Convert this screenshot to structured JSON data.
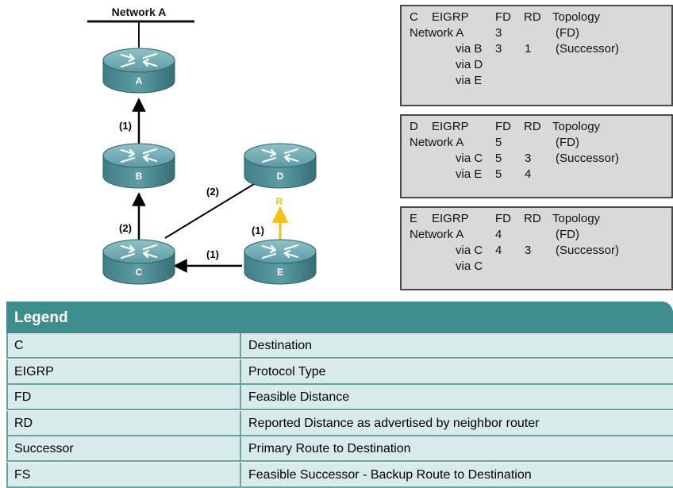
{
  "diagram": {
    "network_label": "Network A",
    "routers": [
      {
        "id": "A",
        "label": "A"
      },
      {
        "id": "B",
        "label": "B"
      },
      {
        "id": "C",
        "label": "C"
      },
      {
        "id": "D",
        "label": "D"
      },
      {
        "id": "E",
        "label": "E"
      }
    ],
    "links": [
      {
        "from": "B",
        "to": "A",
        "cost": "(1)"
      },
      {
        "from": "C",
        "to": "B",
        "cost": "(2)"
      },
      {
        "from": "C",
        "to": "D",
        "cost": "(2)"
      },
      {
        "from": "E",
        "to": "C",
        "cost": "(1)"
      },
      {
        "from": "E",
        "to": "D",
        "cost": "(1)"
      }
    ],
    "r_marker": "R",
    "colors": {
      "arrow": "#000000",
      "r_arrow": "#f2c218",
      "router_body": "#4f8f98"
    }
  },
  "tables": [
    {
      "name": "C",
      "header": [
        "C",
        "EIGRP",
        "FD",
        "RD",
        "Topology"
      ],
      "network": [
        "Network A",
        "3",
        "",
        "(FD)"
      ],
      "routes": [
        {
          "via": "via B",
          "fd": "3",
          "rd": "1",
          "note": "(Successor)"
        },
        {
          "via": "via D",
          "fd": "",
          "rd": "",
          "note": ""
        },
        {
          "via": "via E",
          "fd": "",
          "rd": "",
          "note": ""
        }
      ]
    },
    {
      "name": "D",
      "header": [
        "D",
        "EIGRP",
        "FD",
        "RD",
        "Topology"
      ],
      "network": [
        "Network A",
        "5",
        "",
        "(FD)"
      ],
      "routes": [
        {
          "via": "via C",
          "fd": "5",
          "rd": "3",
          "note": "(Successor)"
        },
        {
          "via": "via E",
          "fd": "5",
          "rd": "4",
          "note": ""
        }
      ]
    },
    {
      "name": "E",
      "header": [
        "E",
        "EIGRP",
        "FD",
        "RD",
        "Topology"
      ],
      "network": [
        "Network A",
        "4",
        "",
        "(FD)"
      ],
      "routes": [
        {
          "via": "via C",
          "fd": "4",
          "rd": "3",
          "note": "(Successor)"
        },
        {
          "via": "via C",
          "fd": "",
          "rd": "",
          "note": ""
        }
      ]
    }
  ],
  "legend": {
    "title": "Legend",
    "rows": [
      {
        "term": "C",
        "desc": "Destination"
      },
      {
        "term": "EIGRP",
        "desc": "Protocol Type"
      },
      {
        "term": "FD",
        "desc": "Feasible Distance"
      },
      {
        "term": "RD",
        "desc": "Reported Distance as advertised by neighbor router"
      },
      {
        "term": "Successor",
        "desc": "Primary Route to Destination"
      },
      {
        "term": "FS",
        "desc": "Feasible Successor - Backup Route to Destination"
      }
    ],
    "colors": {
      "header": "#3f8c8c",
      "row": "#d8ebeb",
      "rule": "#6aa3a3"
    }
  }
}
